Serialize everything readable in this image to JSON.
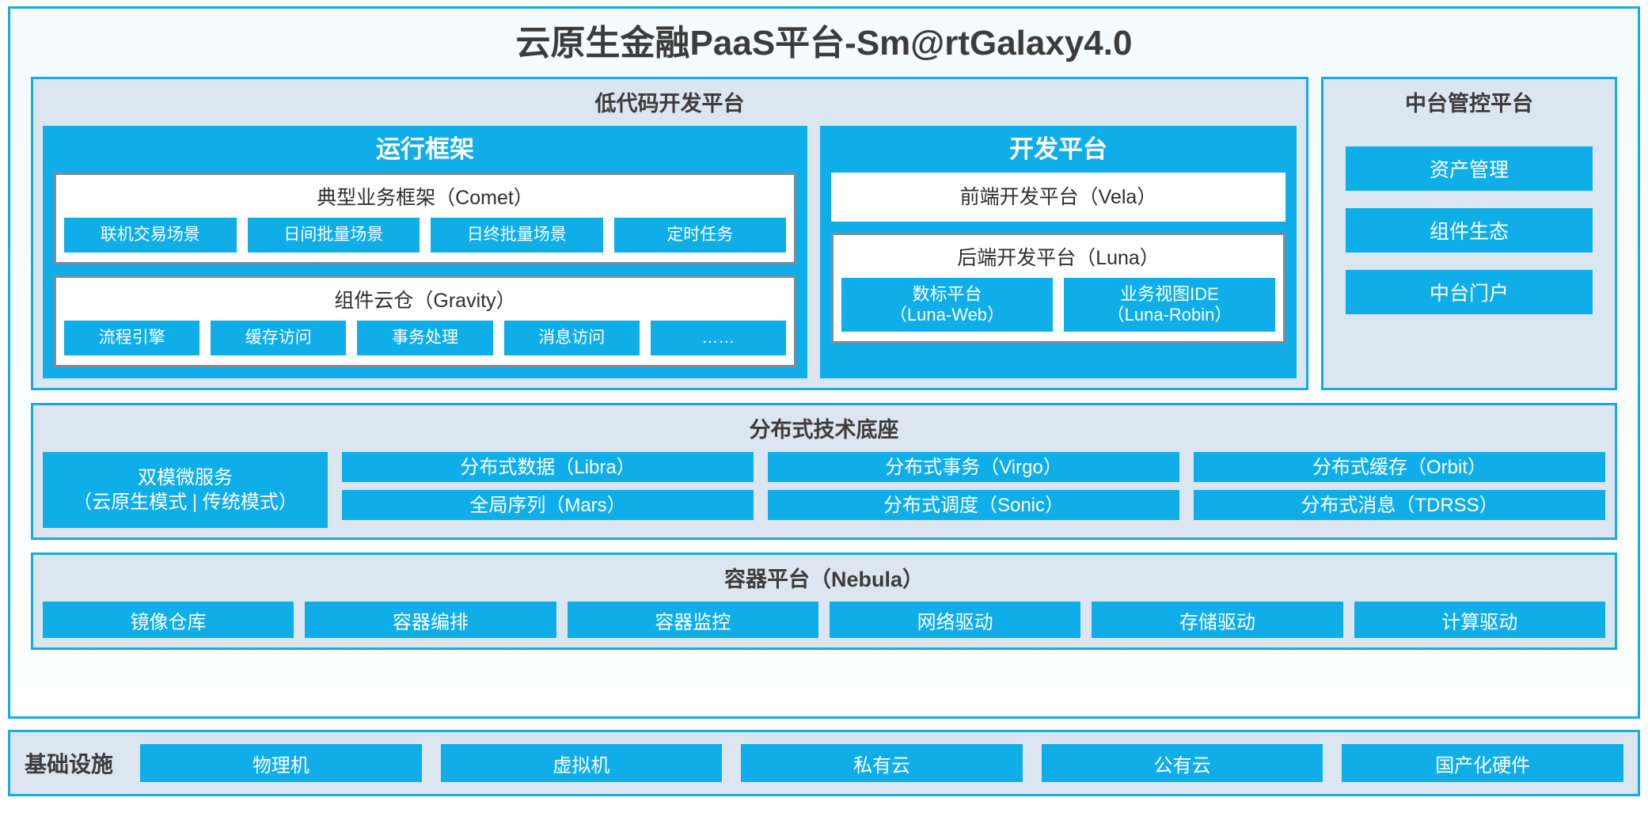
{
  "title": "云原生金融PaaS平台-Sm@rtGalaxy4.0",
  "colors": {
    "accent_blue": "#10AEE8",
    "border_blue": "#17ABE3",
    "panel_bg": "#DCE6F1",
    "group_border_grey": "#808B96",
    "text_dark": "#3C3C3C"
  },
  "lowcode": {
    "title": "低代码开发平台",
    "runtime": {
      "title": "运行框架",
      "comet": {
        "title": "典型业务框架（Comet）",
        "items": [
          "联机交易场景",
          "日间批量场景",
          "日终批量场景",
          "定时任务"
        ]
      },
      "gravity": {
        "title": "组件云仓（Gravity）",
        "items": [
          "流程引擎",
          "缓存访问",
          "事务处理",
          "消息访问",
          "……"
        ]
      }
    },
    "devplatform": {
      "title": "开发平台",
      "frontend": "前端开发平台（Vela）",
      "backend": {
        "title": "后端开发平台（Luna）",
        "items": [
          {
            "name": "数标平台",
            "code": "（Luna-Web）"
          },
          {
            "name": "业务视图IDE",
            "code": "（Luna-Robin）"
          }
        ]
      }
    }
  },
  "midplatform": {
    "title": "中台管控平台",
    "items": [
      "资产管理",
      "组件生态",
      "中台门户"
    ]
  },
  "distributed": {
    "title": "分布式技术底座",
    "microservice": {
      "line1": "双模微服务",
      "line2": "（云原生模式 | 传统模式）"
    },
    "columns": [
      [
        "分布式数据（Libra）",
        "全局序列（Mars）"
      ],
      [
        "分布式事务（Virgo）",
        "分布式调度（Sonic）"
      ],
      [
        "分布式缓存（Orbit）",
        "分布式消息（TDRSS）"
      ]
    ]
  },
  "container": {
    "title": "容器平台（Nebula）",
    "items": [
      "镜像仓库",
      "容器编排",
      "容器监控",
      "网络驱动",
      "存储驱动",
      "计算驱动"
    ]
  },
  "infrastructure": {
    "label": "基础设施",
    "items": [
      "物理机",
      "虚拟机",
      "私有云",
      "公有云",
      "国产化硬件"
    ]
  }
}
